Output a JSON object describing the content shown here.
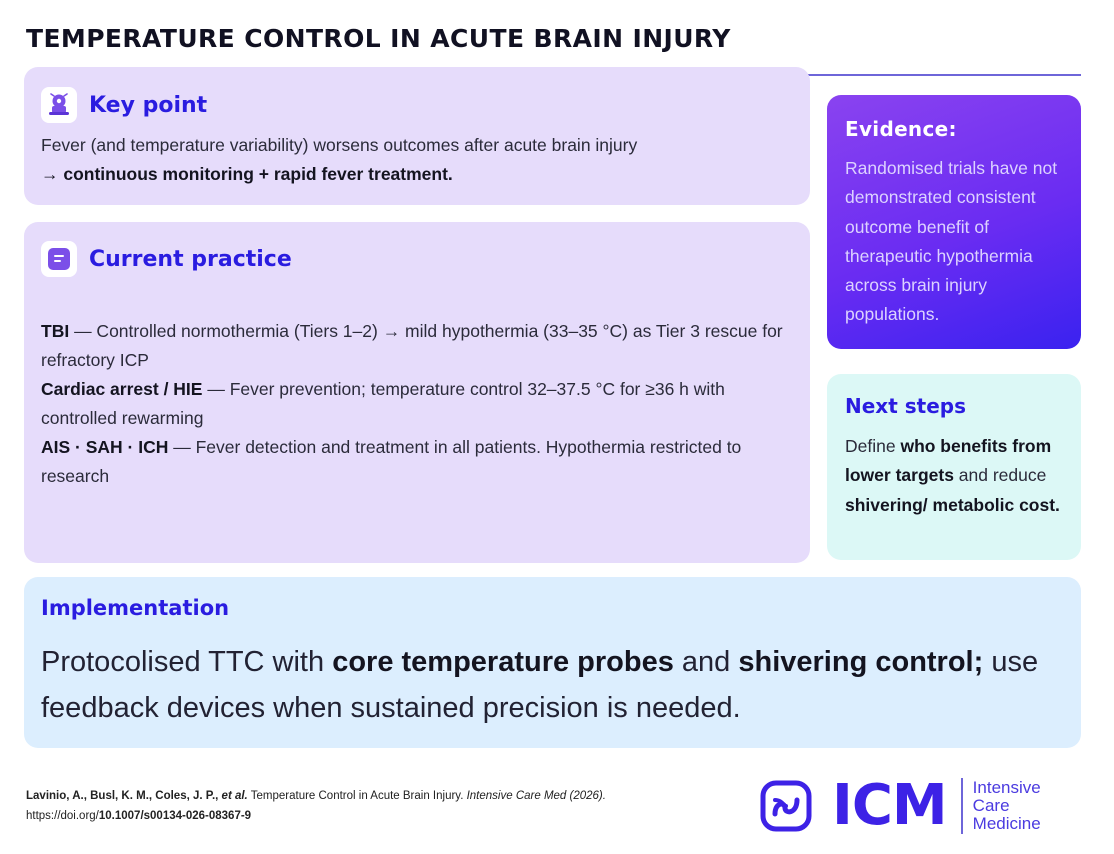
{
  "title": "TEMPERATURE CONTROL IN ACUTE BRAIN INJURY",
  "key_point": {
    "heading": "Key point",
    "icon": "brain-head-icon",
    "line1": "Fever (and temperature variability) worsens outcomes after acute brain injury",
    "line2": "→ continuous monitoring + rapid fever treatment."
  },
  "current_practice": {
    "heading": "Current practice",
    "icon": "document-icon",
    "rows": [
      {
        "lead": "TBI",
        "text": " — Controlled normothermia (Tiers 1–2) → mild hypothermia (33–35 °C) as Tier 3 rescue for refractory ICP"
      },
      {
        "lead": "Cardiac arrest / HIE",
        "text": " — Fever prevention; temperature control 32–37.5 °C for ≥36 h with controlled rewarming"
      },
      {
        "lead": "AIS · SAH · ICH",
        "text": " — Fever detection and treatment in all patients. Hypothermia restricted to research"
      }
    ]
  },
  "evidence": {
    "heading": "Evidence:",
    "body": "Randomised trials have not demonstrated consistent outcome benefit of therapeutic hypothermia across brain injury populations."
  },
  "next_steps": {
    "heading": "Next steps",
    "p1": "Define ",
    "b1": "who benefits from lower targets",
    "p2": " and reduce ",
    "b2": "shivering/ metabolic cost."
  },
  "implementation": {
    "heading": "Implementation",
    "p1": "Protocolised TTC with ",
    "b1": "core temperature probes",
    "p2": " and ",
    "b2": "shivering control;",
    "p3": " use feedback devices when sustained precision is needed."
  },
  "citation": {
    "authors": "Lavinio, A., Busl, K. M., Coles, J. P., ",
    "etal": "et al.",
    "title": " Temperature Control in Acute Brain Injury. ",
    "journal": "Intensive Care Med (2026).",
    "doi_prefix": "https://doi.org/",
    "doi": "10.1007/s00134-026-08367-9"
  },
  "logo": {
    "letters": "ICM",
    "line1": "Intensive",
    "line2": "Care",
    "line3": "Medicine"
  },
  "colors": {
    "accent": "#2a1ce0",
    "panel_lilac": "#e6dcfb",
    "evidence_gradient_start": "#8a43f0",
    "evidence_gradient_end": "#3a22f0",
    "next_steps_bg": "#dcf8f6",
    "implementation_bg": "#dceefe"
  }
}
